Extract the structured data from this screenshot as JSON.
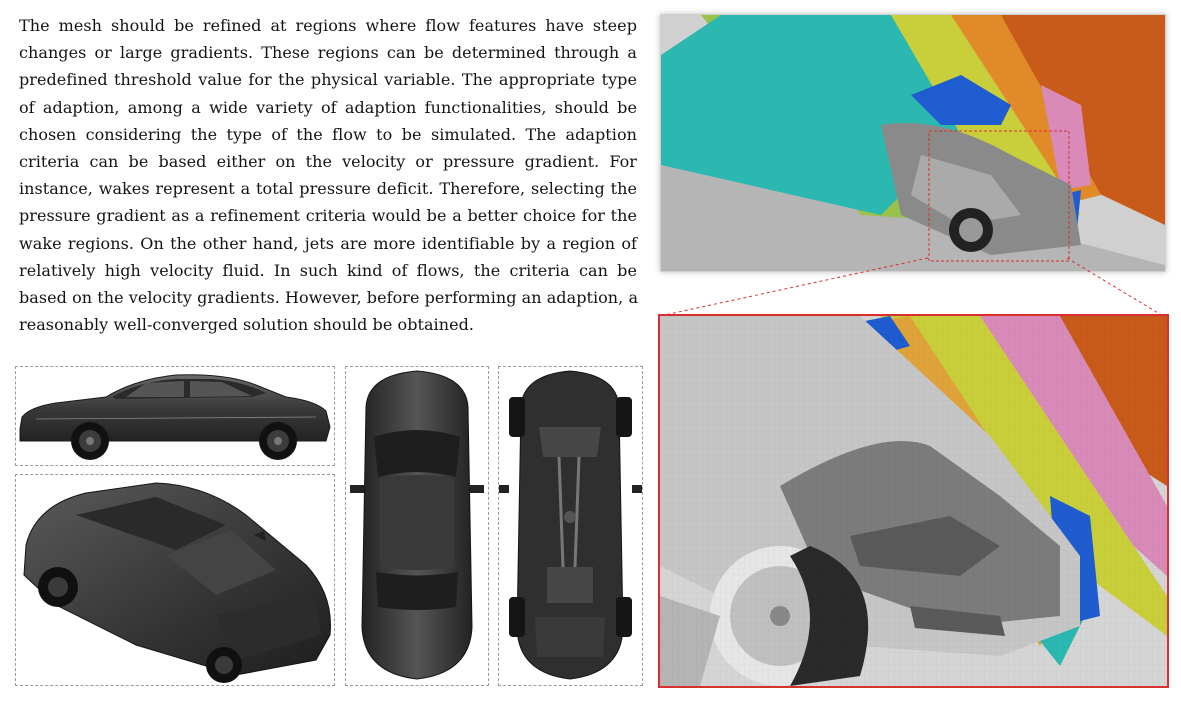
{
  "paragraph": {
    "lines": [
      "The mesh should be refined at regions where flow features have steep",
      "changes or large gradients. These regions can be determined through a",
      "predefined threshold value for the physical variable. The appropriate type",
      "of adaption, among a wide variety of adaption functionalities, should be",
      "chosen considering the type of the flow to be simulated. The adaption",
      "criteria can be based either on the velocity or pressure gradient. For",
      "instance, wakes represent a total pressure deficit. Therefore, selecting the",
      "pressure gradient as a refinement criteria would be a better choice for the",
      "wake regions. On the other hand, jets are more identifiable by a region of",
      "relatively high velocity fluid. In such kind of flows, the criteria can be",
      "based on the velocity gradients. However, before performing an adaption, a",
      "reasonably well-converged solution should be obtained."
    ]
  },
  "figures": {
    "side_view": {
      "icon": "car-side-view-image"
    },
    "iso_view": {
      "icon": "car-isometric-view-image"
    },
    "top_view": {
      "icon": "car-top-view-image"
    },
    "bottom_view": {
      "icon": "car-underbody-view-image"
    },
    "mesh_overview": {
      "icon": "adapted-mesh-overview-image"
    },
    "mesh_detail": {
      "icon": "adapted-mesh-zoom-image"
    }
  },
  "colors": {
    "car_body": "#3a3a3a",
    "panel_border": "#9a9a9a",
    "zoom_border": "#d8302f",
    "mesh_cyan": "#2ab8b0",
    "mesh_blue": "#1e5ccf",
    "mesh_yellow": "#c9cf3a",
    "mesh_orange": "#d96a1e",
    "mesh_pink": "#d98ab8"
  }
}
